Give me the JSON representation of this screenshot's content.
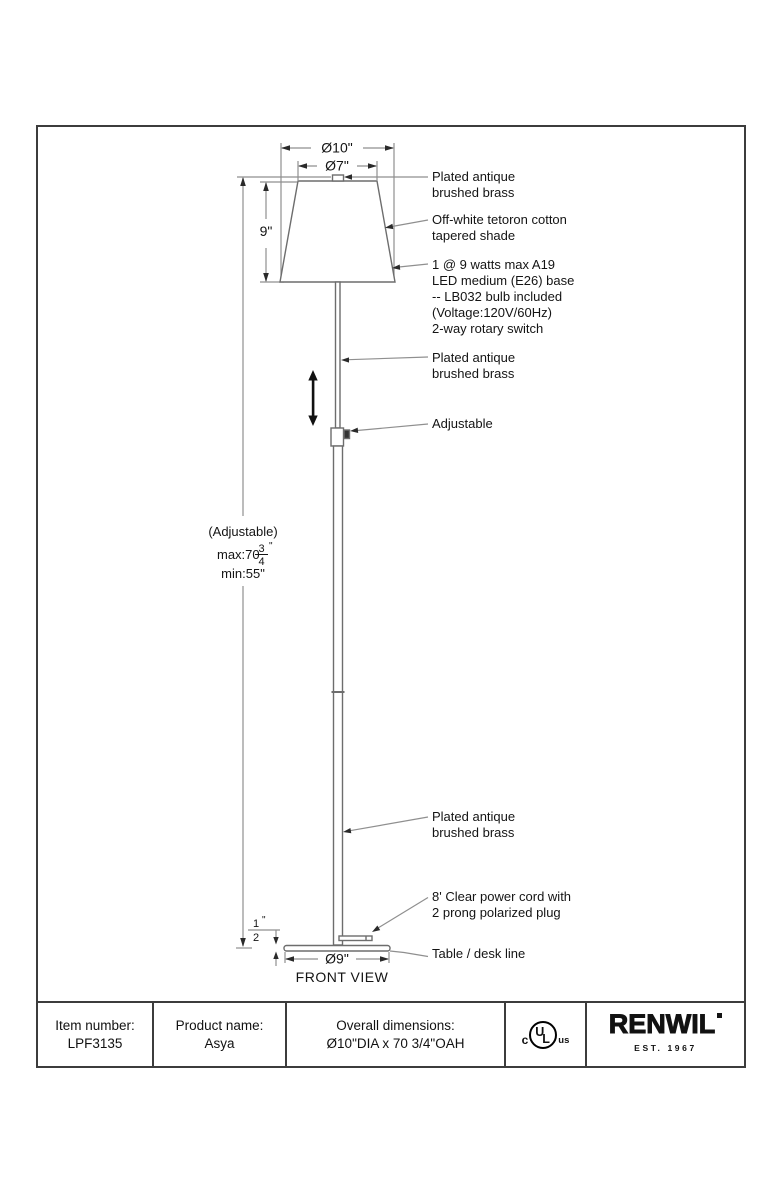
{
  "drawing": {
    "view_label": "FRONT VIEW",
    "dims": {
      "shade_top_outer": "Ø10\"",
      "shade_top_inner": "Ø7\"",
      "shade_height": "9\"",
      "base_diameter": "Ø9\""
    },
    "base_thickness": {
      "num": "1",
      "den": "2",
      "mark": "\""
    },
    "adjustable_block": {
      "title": "(Adjustable)",
      "max_prefix": "max:70",
      "max_frac_num": "3",
      "max_frac_den": "4",
      "max_mark": "\"",
      "min_label": "min:55\""
    },
    "annotations": {
      "finial": [
        "Plated antique",
        "brushed brass"
      ],
      "shade": [
        "Off-white tetoron cotton",
        "tapered shade"
      ],
      "bulb": [
        "1 @ 9 watts max A19",
        "LED medium (E26) base",
        "-- LB032 bulb included",
        "(Voltage:120V/60Hz)",
        "2-way rotary switch"
      ],
      "pole_upper": [
        "Plated antique",
        "brushed brass"
      ],
      "adjustable": [
        "Adjustable"
      ],
      "pole_lower": [
        "Plated antique",
        "brushed brass"
      ],
      "cord": [
        "8' Clear power cord with",
        "2 prong polarized plug"
      ],
      "table_line": [
        "Table / desk line"
      ]
    }
  },
  "footer": {
    "item_number_label": "Item number:",
    "item_number": "LPF3135",
    "product_name_label": "Product name:",
    "product_name": "Asya",
    "overall_label": "Overall dimensions:",
    "overall_value": "Ø10\"DIA x 70 3/4\"OAH",
    "ul_mark": {
      "left": "c",
      "u": "U",
      "l": "L",
      "right": "us"
    },
    "brand": {
      "name": "RENWIL",
      "tagline": "EST. 1967"
    }
  },
  "colors": {
    "border": "#3c3c3c",
    "object_line": "#6d6d6d",
    "dimension_line": "#8f8f8f",
    "text": "#141414",
    "background": "#ffffff"
  }
}
